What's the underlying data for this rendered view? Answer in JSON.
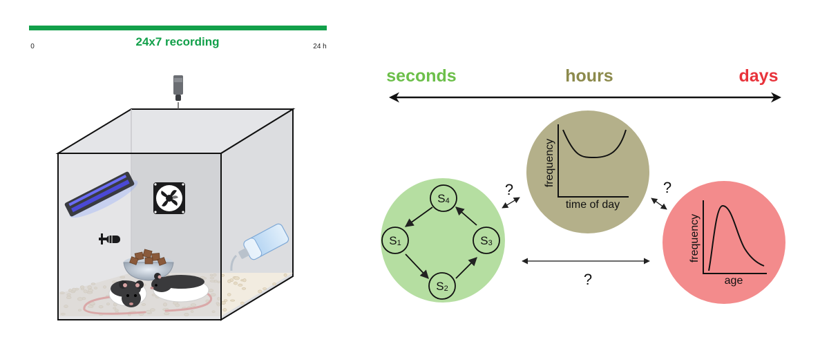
{
  "recording": {
    "label": "24x7 recording",
    "start_tick": "0",
    "end_tick": "24 h",
    "bar_color": "#12a04a"
  },
  "timescale": {
    "left_label": "seconds",
    "middle_label": "hours",
    "right_label": "days",
    "left_color": "#6cbf4a",
    "middle_color": "#8c8a4c",
    "right_color": "#e8333b"
  },
  "cycle": {
    "circle_color": "#b5dea1",
    "states": [
      {
        "label": "S",
        "sub": "4"
      },
      {
        "label": "S",
        "sub": "1"
      },
      {
        "label": "S",
        "sub": "3"
      },
      {
        "label": "S",
        "sub": "2"
      }
    ]
  },
  "hours_plot": {
    "circle_color": "#b4b08a",
    "ylabel": "frequency",
    "xlabel": "time of day"
  },
  "days_plot": {
    "circle_color": "#f38b8c",
    "ylabel": "frequency",
    "xlabel": "age"
  },
  "relations": {
    "q1": "?",
    "q2": "?",
    "q3": "?"
  },
  "icons": [
    "camera-icon",
    "uv-lamp-icon",
    "fan-icon",
    "microphone-icon",
    "food-bowl-icon",
    "water-bottle-icon",
    "rat-icon"
  ]
}
